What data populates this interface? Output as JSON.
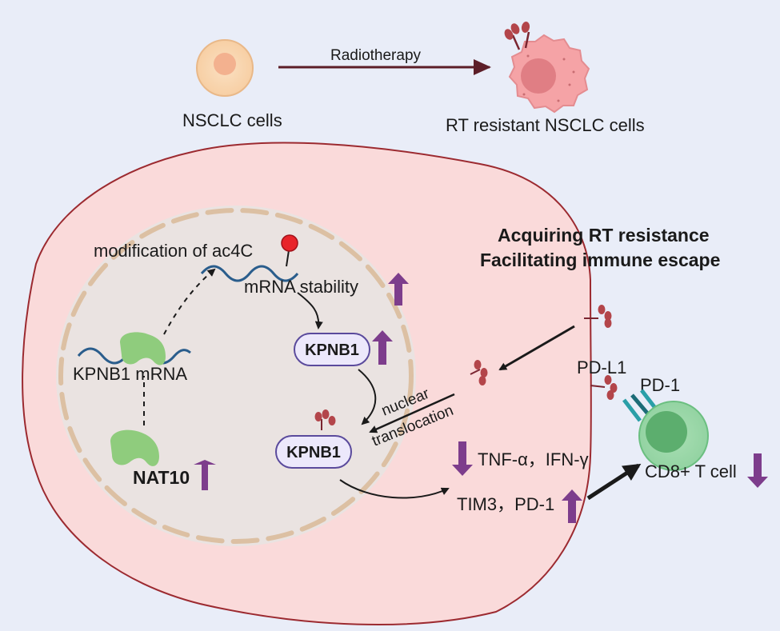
{
  "top": {
    "source_label": "NSCLC cells",
    "process_label": "Radiotherapy",
    "result_label": "RT resistant NSCLC cells"
  },
  "headline": {
    "line1": "Acquiring RT resistance",
    "line2": "Facilitating immune escape"
  },
  "nucleus": {
    "ac4c_label": "modification of ac4C",
    "stability_label": "mRNA stability",
    "mrna_label": "KPNB1 mRNA",
    "nat10_label": "NAT10",
    "kpnb1_upper": "KPNB1",
    "kpnb1_lower": "KPNB1"
  },
  "translocation": {
    "word1": "nuclear",
    "word2": "translocation"
  },
  "outputs": {
    "cytokines": "TNF-α，IFN-γ",
    "checkpoints": "TIM3，PD-1"
  },
  "immune": {
    "pdl1_label": "PD-L1",
    "pd1_label": "PD-1",
    "tcell_label": "CD8+ T cell"
  },
  "colors": {
    "background": "#e9edf8",
    "cell_fill": "#fadada",
    "cell_stroke": "#9c2a30",
    "nucleus_fill": "#eae3e1",
    "nuclear_envelope": "#dcc0a3",
    "kpnb1_box_fill": "#ece8fb",
    "kpnb1_box_stroke": "#5a4a9c",
    "up_arrow": "#7d3d8c",
    "down_arrow": "#7d3d8c",
    "rna_strand": "#2a5d8c",
    "nat10": "#8fcc7d",
    "receptor": "#b3454a",
    "tcell": "#7cc58f",
    "pd1_antibody": "#2a9fa8"
  }
}
